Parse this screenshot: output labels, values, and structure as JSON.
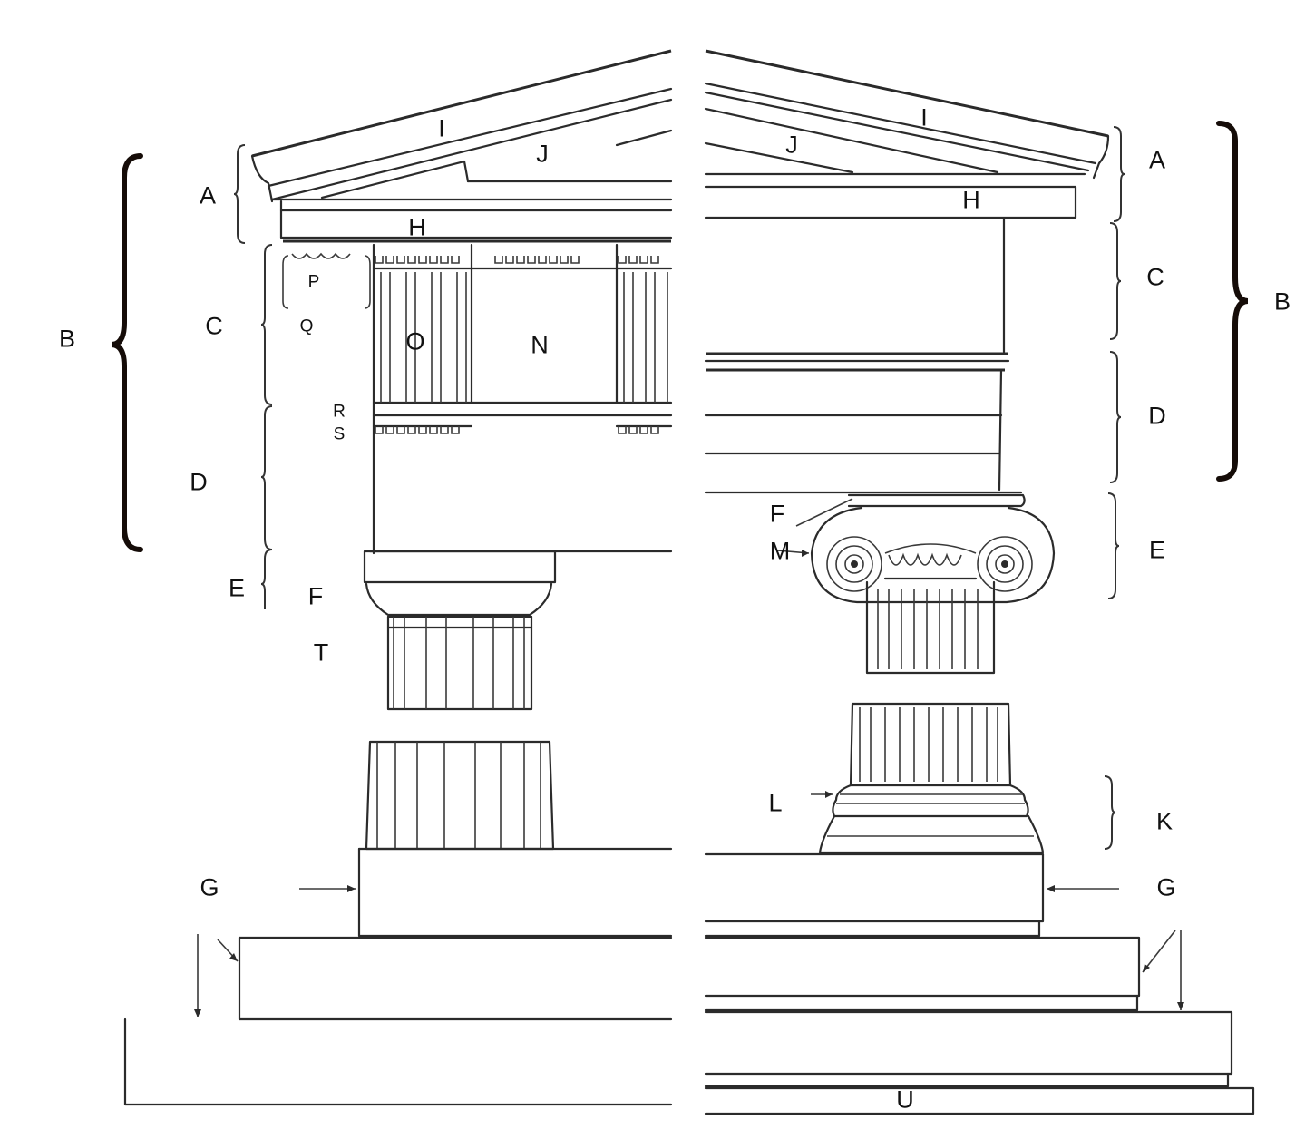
{
  "diagram": {
    "subject": "Greek temple orders: Doric (left) and Ionic (right)",
    "left_labels": {
      "A": "A",
      "B": "B",
      "C": "C",
      "D": "D",
      "E": "E",
      "F": "F",
      "G": "G",
      "H": "H",
      "I": "I",
      "J": "J",
      "N": "N",
      "O": "O",
      "P": "P",
      "Q": "Q",
      "R": "R",
      "S": "S",
      "T": "T"
    },
    "right_labels": {
      "A": "A",
      "B": "B",
      "C": "C",
      "D": "D",
      "E": "E",
      "F": "F",
      "G": "G",
      "H": "H",
      "I": "I",
      "J": "J",
      "K": "K",
      "L": "L",
      "M": "M",
      "U": "U"
    },
    "colors": {
      "line": "#2b2b2b",
      "brace": "#150c08",
      "background": "#ffffff"
    }
  }
}
